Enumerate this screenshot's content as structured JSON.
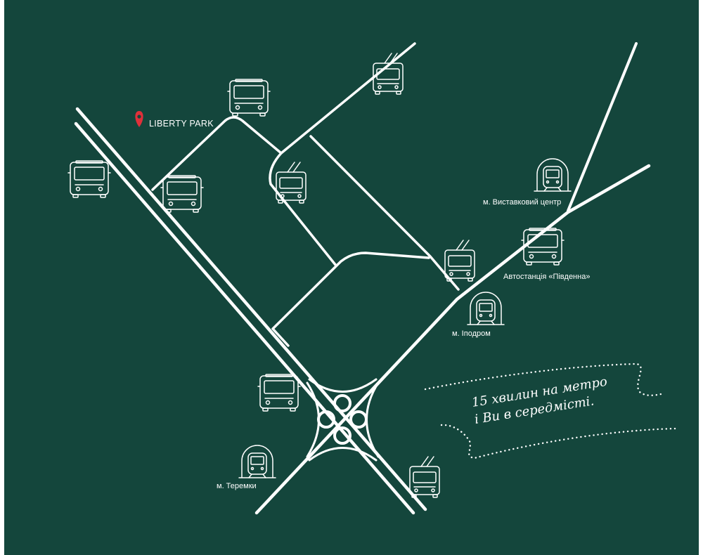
{
  "map": {
    "background_color": "#14463c",
    "line_color": "#ffffff",
    "pin_color": "#e0303a",
    "pin_label": "LIBERTY PARK",
    "station_labels": {
      "vystavkovyi": "м. Виставковий центр",
      "avtostantsiia": "Автостанція «Південна»",
      "ipodrom": "м. Іподром",
      "teremky": "м. Теремки"
    },
    "tagline": {
      "line1": "15 хвилин на метро",
      "line2": "і Ви в середмісті."
    },
    "icons": {
      "bus": "bus-icon",
      "trolleybus": "trolleybus-icon",
      "metro": "metro-train-icon",
      "pin": "location-pin-icon"
    }
  }
}
